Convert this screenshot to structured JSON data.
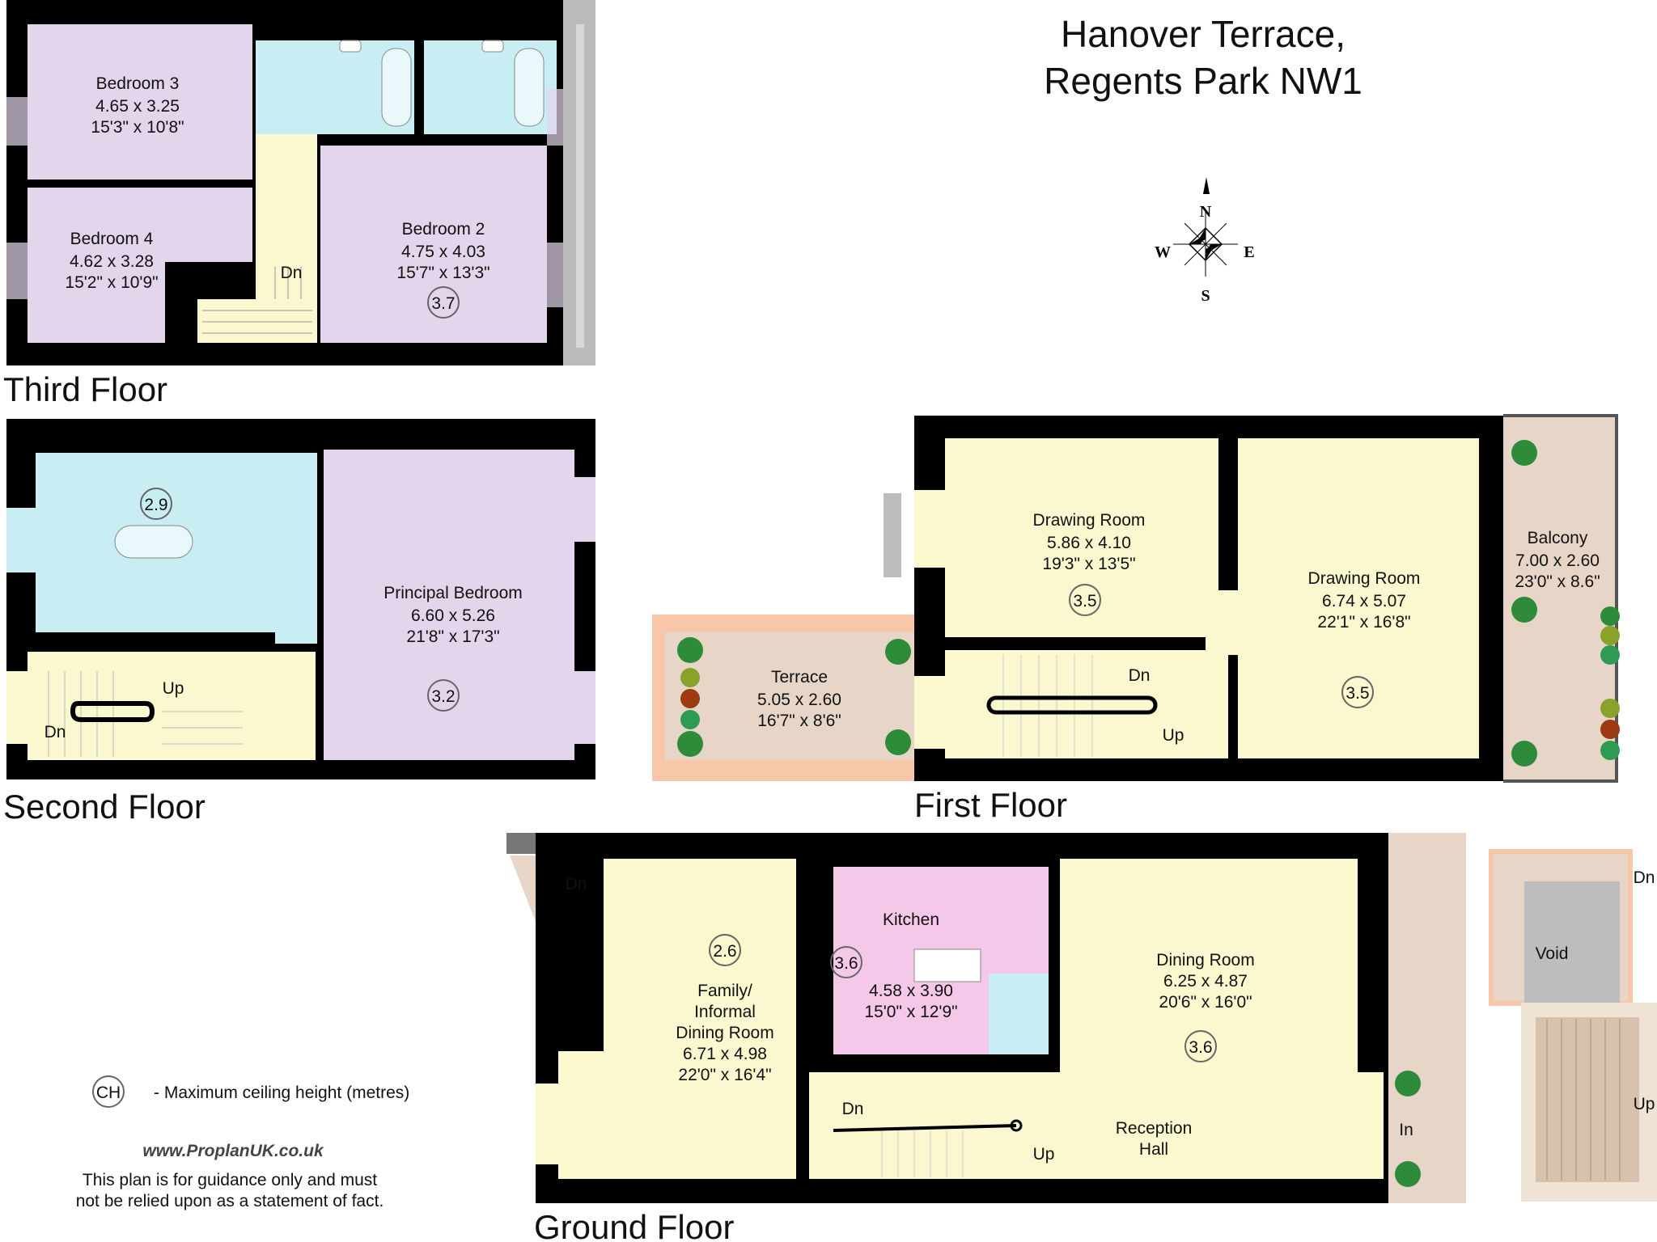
{
  "title": {
    "line1": "Hanover Terrace,",
    "line2": "Regents Park NW1"
  },
  "compass": {
    "n": "N",
    "s": "S",
    "e": "E",
    "w": "W"
  },
  "floors": {
    "third": "Third Floor",
    "second": "Second Floor",
    "first": "First Floor",
    "ground": "Ground Floor"
  },
  "rooms": {
    "bedroom3": {
      "name": "Bedroom 3",
      "metric": "4.65 x 3.25",
      "imperial": "15'3\" x 10'8\""
    },
    "bedroom4": {
      "name": "Bedroom 4",
      "metric": "4.62 x 3.28",
      "imperial": "15'2\" x 10'9\""
    },
    "bedroom2": {
      "name": "Bedroom 2",
      "metric": "4.75 x 4.03",
      "imperial": "15'7\" x 13'3\"",
      "ceiling": "3.7"
    },
    "principal": {
      "name": "Principal Bedroom",
      "metric": "6.60 x 5.26",
      "imperial": "21'8\" x 17'3\"",
      "ceiling": "3.2"
    },
    "bathroom2nd": {
      "ceiling": "2.9"
    },
    "drawing1": {
      "name": "Drawing Room",
      "metric": "5.86 x 4.10",
      "imperial": "19'3\" x 13'5\"",
      "ceiling": "3.5"
    },
    "drawing2": {
      "name": "Drawing Room",
      "metric": "6.74 x 5.07",
      "imperial": "22'1\" x 16'8\"",
      "ceiling": "3.5"
    },
    "balcony": {
      "name": "Balcony",
      "metric": "7.00 x 2.60",
      "imperial": "23'0\" x 8.6\""
    },
    "terrace": {
      "name": "Terrace",
      "metric": "5.05 x 2.60",
      "imperial": "16'7\" x 8'6\""
    },
    "kitchen": {
      "name": "Kitchen",
      "metric": "4.58 x 3.90",
      "imperial": "15'0\" x 12'9\"",
      "ceiling": "3.6"
    },
    "family": {
      "line1": "Family/",
      "line2": "Informal",
      "line3": "Dining Room",
      "metric": "6.71 x 4.98",
      "imperial": "22'0\" x 16'4\"",
      "ceiling": "2.6"
    },
    "dining": {
      "name": "Dining Room",
      "metric": "6.25 x 4.87",
      "imperial": "20'6\" x 16'0\"",
      "ceiling": "3.6"
    },
    "reception": {
      "line1": "Reception",
      "line2": "Hall"
    },
    "void": {
      "name": "Void"
    }
  },
  "stairs": {
    "dn": "Dn",
    "up": "Up",
    "in": "In"
  },
  "legend": {
    "symbol": "CH",
    "text": "- Maximum ceiling height (metres)"
  },
  "footer": {
    "website": "www.ProplanUK.co.uk",
    "disclaimer1": "This plan is for guidance only and must",
    "disclaimer2": "not be relied upon as a statement of fact."
  },
  "colors": {
    "bedroom": "#e3d6ec",
    "bathroom": "#c8eef4",
    "hall": "#fbf7cf",
    "kitchen": "#f5c8ea",
    "outdoor": "#e7d6c8",
    "terrace_edge": "#f8c6a8",
    "void": "#bdbdbd",
    "wall": "#000000"
  }
}
